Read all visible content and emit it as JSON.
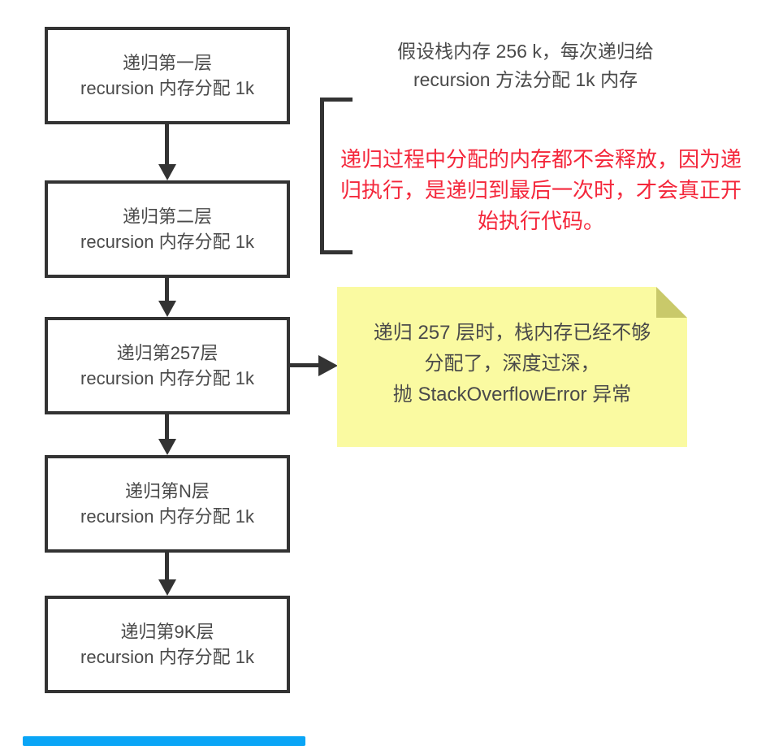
{
  "colors": {
    "box_border": "#333333",
    "text_gray": "#4a4a4a",
    "annotation_red": "#f4273b",
    "note_background": "#fafaa1",
    "note_fold": "#c9c96a",
    "scrollbar_blue": "#0aa5f6"
  },
  "flow": {
    "boxes": [
      {
        "title": "递归第一层",
        "subtitle": "recursion 内存分配 1k"
      },
      {
        "title": "递归第二层",
        "subtitle": "recursion 内存分配 1k"
      },
      {
        "title": "递归第257层",
        "subtitle": "recursion 内存分配 1k"
      },
      {
        "title": "递归第N层",
        "subtitle": "recursion 内存分配 1k"
      },
      {
        "title": "递归第9K层",
        "subtitle": "recursion 内存分配 1k"
      }
    ]
  },
  "annotations": {
    "stack_note": "假设栈内存 256 k，每次递归给\nrecursion 方法分配 1k 内存",
    "release_note": "递归过程中分配的内存都不会释放，因为递\n归执行，是递归到最后一次时，才会真正开\n始执行代码。",
    "overflow_note": "递归 257 层时，栈内存已经不够\n分配了，深度过深，\n抛 StackOverflowError 异常"
  }
}
